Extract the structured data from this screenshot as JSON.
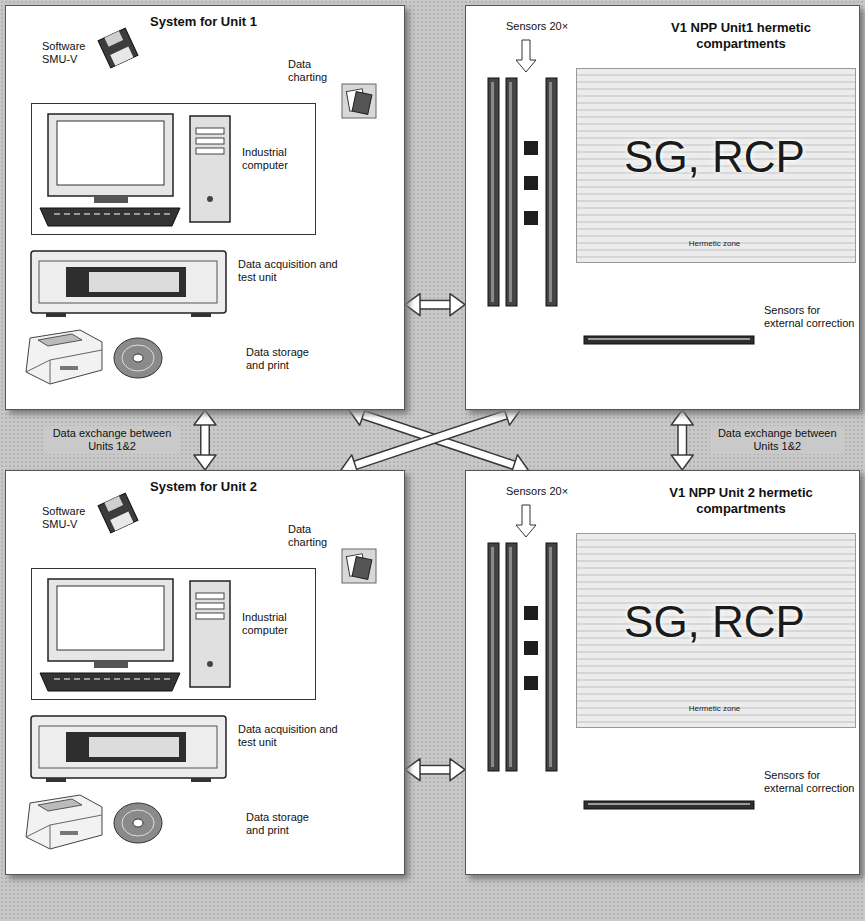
{
  "diagram": {
    "nodes": [
      {
        "text": [
          "System for Unit 1"
        ]
      },
      {
        "text": [
          "Industrial computer"
        ],
        "in": 0
      },
      {
        "text": [
          "V1 NPP Unit1 hermetic compartments"
        ]
      },
      {
        "text": [
          "SG, RCP",
          "Hermetic zone"
        ],
        "in": 2
      },
      {
        "text": [
          "System for Unit 2"
        ]
      },
      {
        "text": [
          "Industrial computer"
        ],
        "in": 4
      },
      {
        "text": [
          "V1 NPP Unit 2 hermetic compartments"
        ]
      },
      {
        "text": [
          "SG, RCP",
          "Hermetic zone"
        ],
        "in": 6
      }
    ],
    "edges": [
      {
        "from": 0,
        "to": 2,
        "arrow": "both"
      },
      {
        "from": 0,
        "to": 4,
        "label": "Data exchange between Units 1&2",
        "arrow": "both"
      },
      {
        "from": 2,
        "to": 6,
        "label": "Data exchange between Units 1&2",
        "arrow": "both"
      },
      {
        "from": 4,
        "to": 6,
        "arrow": "both"
      },
      {
        "from": 0,
        "to": 6,
        "arrow": "both"
      },
      {
        "from": 2,
        "to": 4,
        "arrow": "both"
      }
    ],
    "labels": [
      "Software SMU-V",
      "Data charting",
      "Data acquisition and test unit",
      "Data storage and print",
      "Sensors 20×",
      "Sensors for external correction",
      "Software SMU-V",
      "Data charting",
      "Data acquisition and test unit",
      "Data storage and print",
      "Sensors 20×",
      "Sensors for external correction"
    ]
  }
}
